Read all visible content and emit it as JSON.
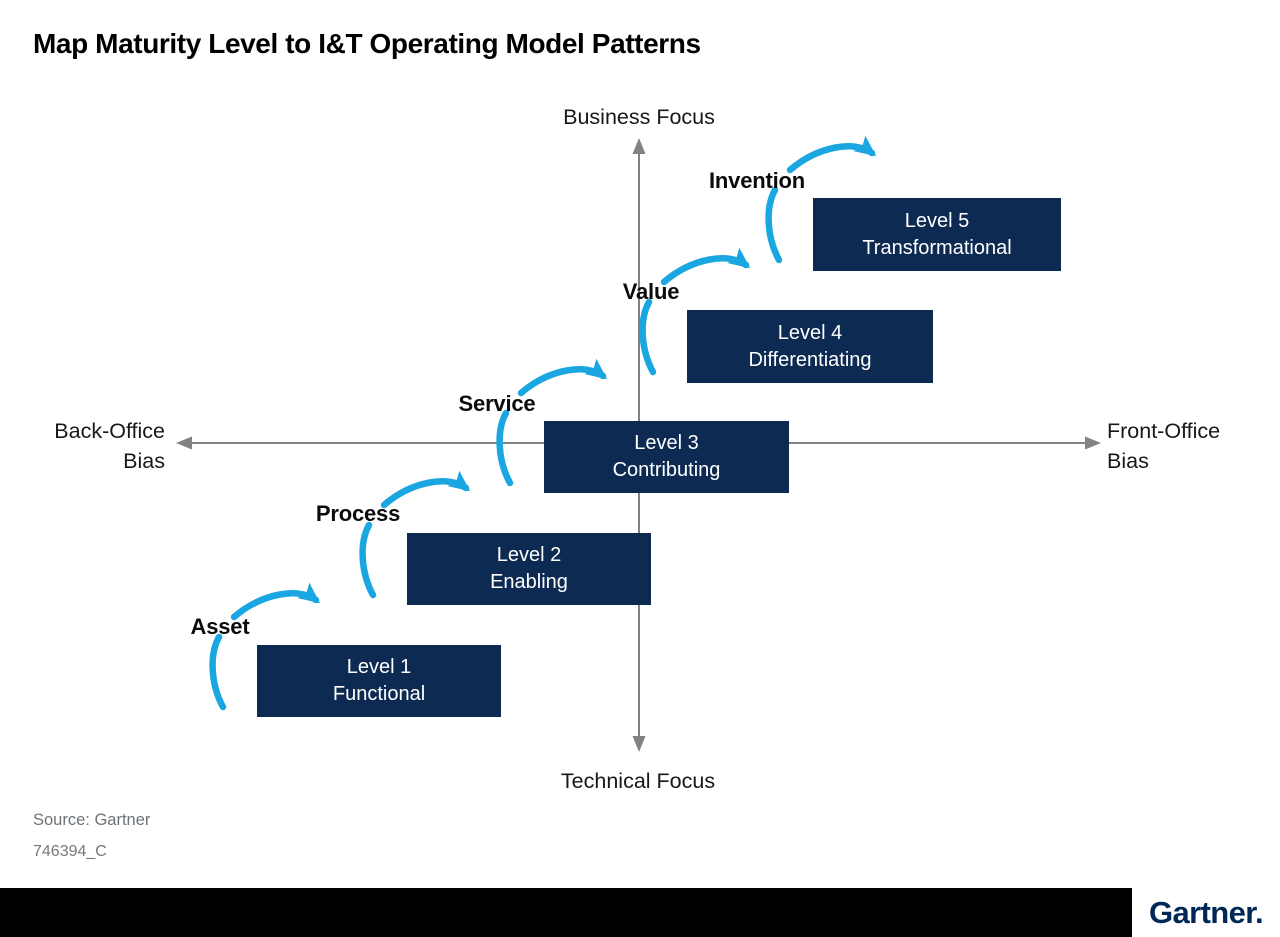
{
  "title": "Map Maturity Level to I&T Operating Model Patterns",
  "axes": {
    "top": "Business Focus",
    "bottom": "Technical Focus",
    "left_line1": "Back-Office",
    "left_line2": "Bias",
    "right_line1": "Front-Office",
    "right_line2": "Bias"
  },
  "levels": [
    {
      "label": "Asset",
      "line1": "Level 1",
      "line2": "Functional"
    },
    {
      "label": "Process",
      "line1": "Level 2",
      "line2": "Enabling"
    },
    {
      "label": "Service",
      "line1": "Level 3",
      "line2": "Contributing"
    },
    {
      "label": "Value",
      "line1": "Level 4",
      "line2": "Differentiating"
    },
    {
      "label": "Invention",
      "line1": "Level 5",
      "line2": "Transformational"
    }
  ],
  "footer": {
    "source": "Source: Gartner",
    "figure_id": "746394_C",
    "logo": "Gartner."
  },
  "colors": {
    "box_navy": "#0d2b52",
    "arrow_blue": "#1aa7e1",
    "axis_gray": "#828282",
    "logo_navy": "#002856",
    "footer_black": "#000000"
  }
}
